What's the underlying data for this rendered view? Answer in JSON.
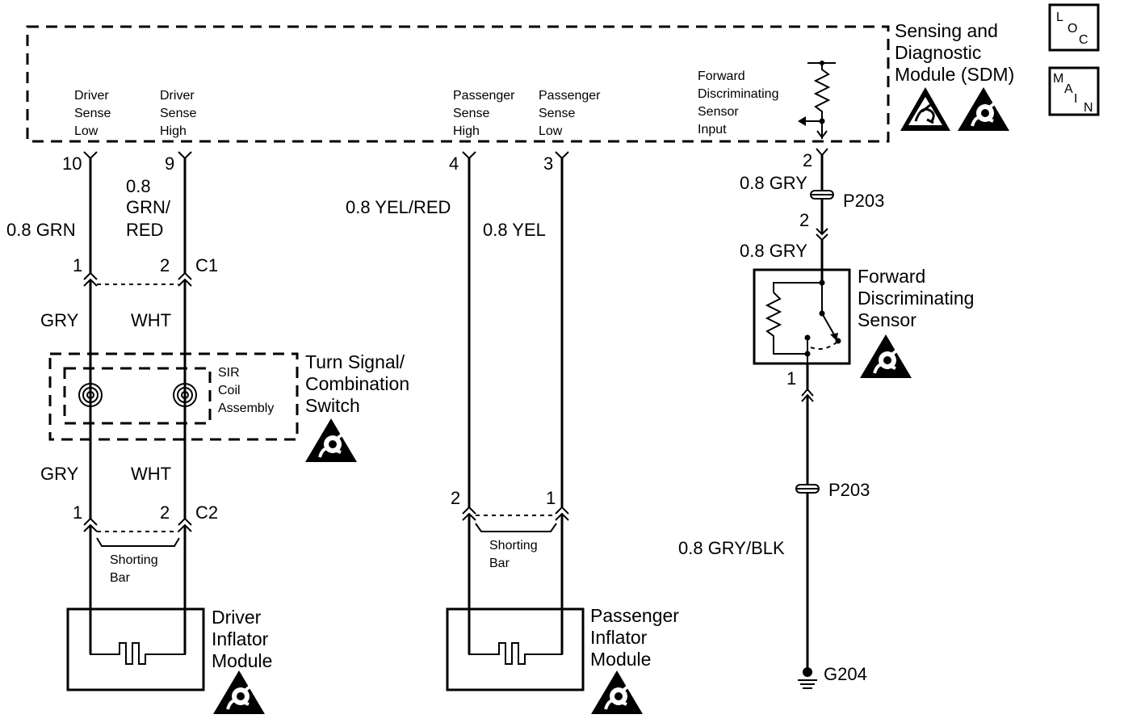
{
  "sdm": {
    "title": [
      "Sensing and",
      "Diagnostic",
      "Module (SDM)"
    ],
    "inputs": [
      {
        "lines": [
          "Driver",
          "Sense",
          "Low"
        ],
        "pin": "10"
      },
      {
        "lines": [
          "Driver",
          "Sense",
          "High"
        ],
        "pin": "9"
      },
      {
        "lines": [
          "Passenger",
          "Sense",
          "High"
        ],
        "pin": "4"
      },
      {
        "lines": [
          "Passenger",
          "Sense",
          "Low"
        ],
        "pin": "3"
      }
    ],
    "fds_input": [
      "Forward",
      "Discriminating",
      "Sensor",
      "Input"
    ],
    "fds_pin": "2"
  },
  "badges": {
    "loc": [
      "L",
      "O",
      "C"
    ],
    "main": [
      "M",
      "A",
      "I",
      "N"
    ]
  },
  "wires": {
    "driver_low": "0.8 GRN",
    "driver_high": [
      "0.8",
      "GRN/",
      "RED"
    ],
    "pass_high": "0.8 YEL/RED",
    "pass_low": "0.8 YEL",
    "gry_top": "0.8 GRY",
    "gry_mid": "0.8 GRY",
    "gry_blk": "0.8 GRY/BLK",
    "gry": "GRY",
    "wht": "WHT"
  },
  "connectors": {
    "c1": "C1",
    "c2": "C2",
    "p203": "P203",
    "pins": {
      "one": "1",
      "two": "2"
    }
  },
  "components": {
    "turn_signal": [
      "Turn Signal/",
      "Combination",
      "Switch"
    ],
    "sir_coil": [
      "SIR",
      "Coil",
      "Assembly"
    ],
    "shorting_bar": [
      "Shorting",
      "Bar"
    ],
    "driver_inflator": [
      "Driver",
      "Inflator",
      "Module"
    ],
    "passenger_inflator": [
      "Passenger",
      "Inflator",
      "Module"
    ],
    "fds": [
      "Forward",
      "Discriminating",
      "Sensor"
    ],
    "ground": "G204"
  }
}
